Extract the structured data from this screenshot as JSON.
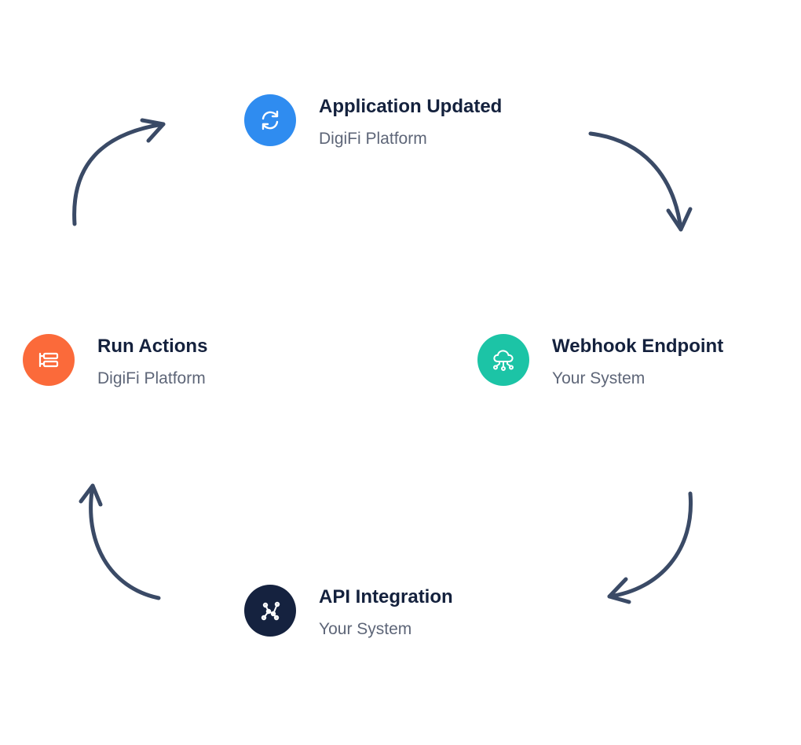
{
  "nodes": {
    "application_updated": {
      "title": "Application Updated",
      "subtitle": "DigiFi Platform",
      "color": "#2f8cf0",
      "icon": "sync-icon"
    },
    "webhook_endpoint": {
      "title": "Webhook Endpoint",
      "subtitle": "Your System",
      "color": "#1cc4a6",
      "icon": "cloud-network-icon"
    },
    "api_integration": {
      "title": "API Integration",
      "subtitle": "Your System",
      "color": "#15223f",
      "icon": "integration-graph-icon"
    },
    "run_actions": {
      "title": "Run Actions",
      "subtitle": "DigiFi Platform",
      "color": "#fb6a3a",
      "icon": "actions-list-icon"
    }
  },
  "colors": {
    "title": "#14213d",
    "subtitle": "#5e6678",
    "arrow": "#3a4a66"
  }
}
